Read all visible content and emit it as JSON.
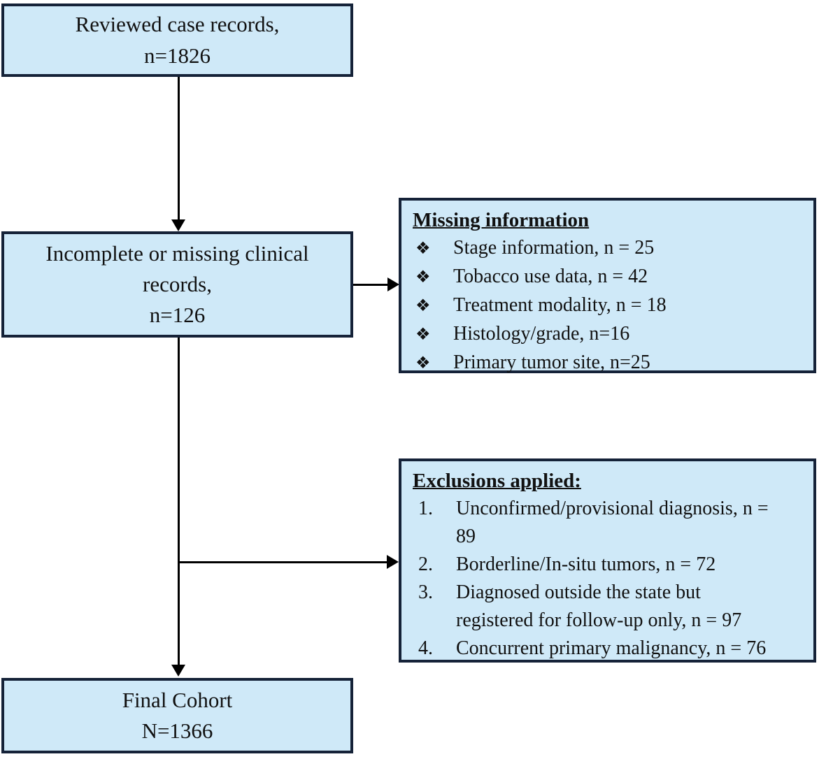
{
  "theme": {
    "box_fill": "#cfe9f8",
    "box_border": "#152238",
    "arrow_color": "#000000",
    "text_color": "#111111"
  },
  "nodes": {
    "reviewed": {
      "lines": [
        "Reviewed case records,",
        "n=1826"
      ]
    },
    "incomplete": {
      "lines": [
        "Incomplete or missing clinical",
        "records,",
        "n=126"
      ]
    },
    "missing_info": {
      "title": "Missing information",
      "bullet": "❖",
      "items": [
        "Stage information, n = 25",
        "Tobacco use data, n = 42",
        "Treatment modality, n = 18",
        "Histology/grade, n=16",
        "Primary tumor site, n=25"
      ]
    },
    "exclusions": {
      "title": "Exclusions applied:",
      "items": [
        {
          "marker": "1.",
          "text": "Unconfirmed/provisional diagnosis, n = 89"
        },
        {
          "marker": "2.",
          "text": "Borderline/In-situ tumors, n = 72"
        },
        {
          "marker": "3.",
          "text": "Diagnosed outside the state but registered for follow-up only, n = 97"
        },
        {
          "marker": "4.",
          "text": "Concurrent primary malignancy, n = 76"
        }
      ]
    },
    "final": {
      "lines": [
        "Final Cohort",
        "N=1366"
      ]
    }
  }
}
